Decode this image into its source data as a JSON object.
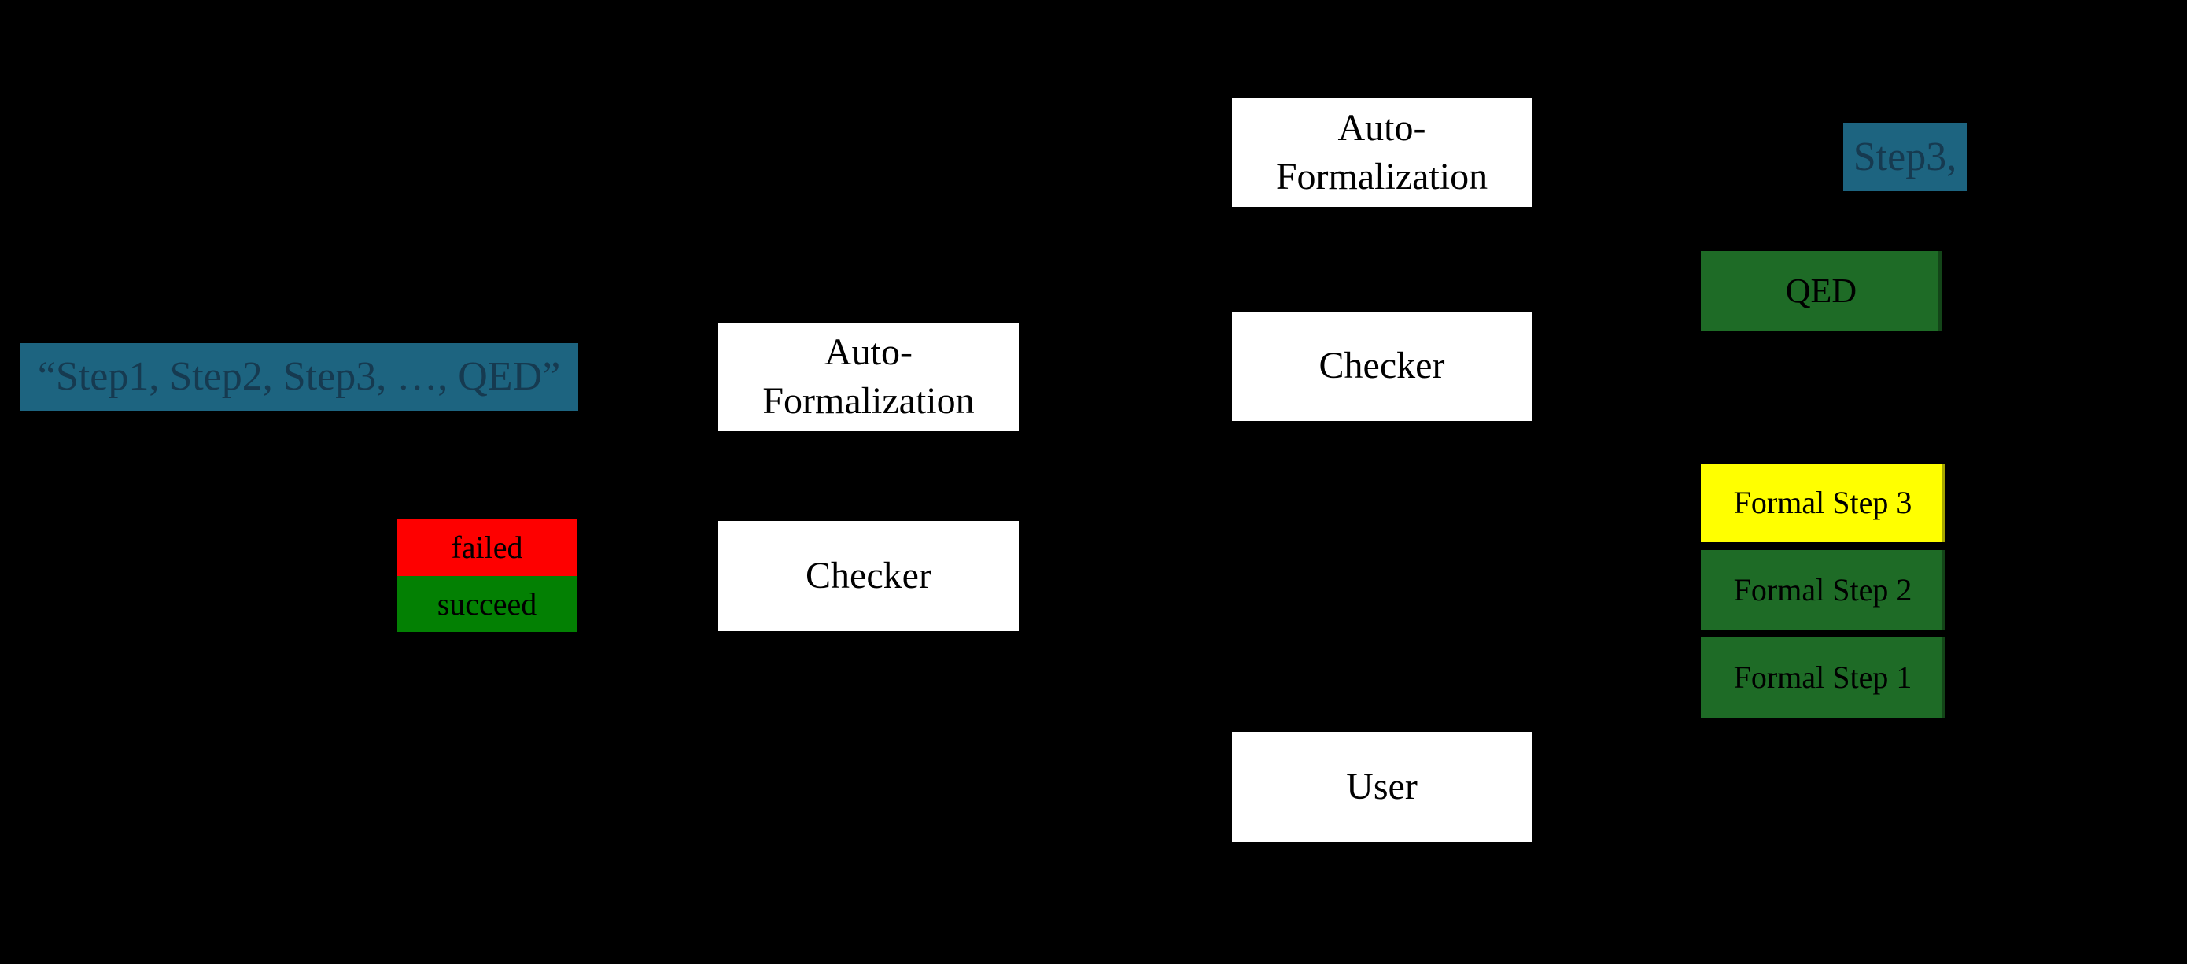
{
  "colors": {
    "background": "#000000",
    "informal_blue": "#1D6480",
    "blue_text": "#163A50",
    "failed_red": "#FE0000",
    "succeed_green": "#038003",
    "formal_green": "#1E6B26",
    "highlight_yellow": "#FFFF00",
    "process_box_white": "#FFFFFF",
    "process_text_black": "#000000"
  },
  "left": {
    "informal_proof_quote": "“Step1, Step2, Step3, …, QED”",
    "failed_label": "failed",
    "succeed_label": "succeed"
  },
  "pipeline_a": {
    "auto_formalization_label": "Auto-\nFormalization",
    "checker_label": "Checker"
  },
  "pipeline_b": {
    "auto_formalization_label": "Auto-\nFormalization",
    "checker_label": "Checker",
    "user_label": "User"
  },
  "right": {
    "step_fragment_label": "Step3,",
    "qed_label": "QED",
    "formal_steps": [
      {
        "label": "Formal Step 3",
        "highlighted": true
      },
      {
        "label": "Formal Step 2",
        "highlighted": false
      },
      {
        "label": "Formal Step 1",
        "highlighted": false
      }
    ]
  }
}
